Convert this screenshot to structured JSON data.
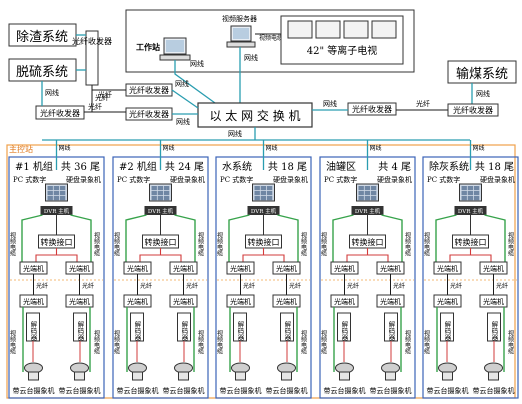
{
  "top_systems": {
    "dust_removal": "除渣系统",
    "desulfurization": "脱硫系统",
    "coal_conveying": "输煤系统"
  },
  "control_room": {
    "workstation": "工作站",
    "video_server": "视频服务器",
    "video_cable_label": "视频电缆",
    "tv_wall": "42\" 等离子电视"
  },
  "core": {
    "ethernet_switch": "以 太 网 交 换 机",
    "net_label": "网线",
    "fiber_label": "光纤",
    "fiber_transceiver": "光纤收发器",
    "fiber_transceiver_vertical": "光纤收发器"
  },
  "main_control_station": "主控站",
  "zones": [
    {
      "title": "#1 机组",
      "count": "共 36 尾"
    },
    {
      "title": "#2 机组",
      "count": "共 24 尾"
    },
    {
      "title": "水系统",
      "count": "共 18 尾"
    },
    {
      "title": "油罐区",
      "count": "共 4 尾"
    },
    {
      "title": "除灰系统",
      "count": "共 18 尾"
    }
  ],
  "zone_common": {
    "pc_dvr": "PC 式数字",
    "hdd_recorder": "硬盘录象机",
    "dvr_unit": "DVR 主机",
    "converter": "转换接口",
    "video_cable": "视频电缆",
    "fiber": "光纤",
    "optical_terminal": "光端机",
    "decoder": "解码器",
    "ptz_camera": "带云台摄象机"
  },
  "colors": {
    "net_line": "#2a9db0",
    "fiber_line": "#1a1a1a",
    "video_line": "#37a34b",
    "zone_border": "#3b63b8",
    "main_control_border": "#f0a14a",
    "red_link": "#d23b3b",
    "box_border": "#222222"
  }
}
